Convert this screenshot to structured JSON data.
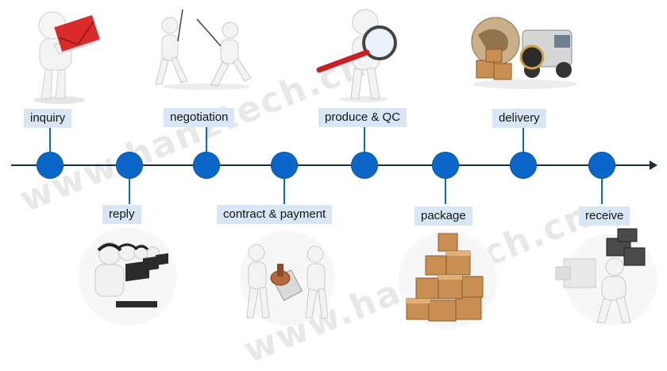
{
  "stages": [
    {
      "id": "inquiry",
      "label": "inquiry",
      "icon": "inquiry-email-figure-icon"
    },
    {
      "id": "reply",
      "label": "reply",
      "icon": "call-center-operators-icon"
    },
    {
      "id": "negotiation",
      "label": "negotiation",
      "icon": "fencing-figures-icon"
    },
    {
      "id": "contract-payment",
      "label": "contract & payment",
      "icon": "contract-stamp-figures-icon"
    },
    {
      "id": "produce-qc",
      "label": "produce & QC",
      "icon": "magnifier-inspector-icon"
    },
    {
      "id": "package",
      "label": "package",
      "icon": "cardboard-boxes-icon"
    },
    {
      "id": "delivery",
      "label": "delivery",
      "icon": "globe-truck-boxes-icon"
    },
    {
      "id": "receive",
      "label": "receive",
      "icon": "figure-carrying-boxes-icon"
    }
  ],
  "watermark": {
    "text": "www.hanztech.cn"
  },
  "colors": {
    "node": "#0a66c9",
    "label_bg": "#d8e6f5",
    "axis": "#1e2a3a"
  }
}
